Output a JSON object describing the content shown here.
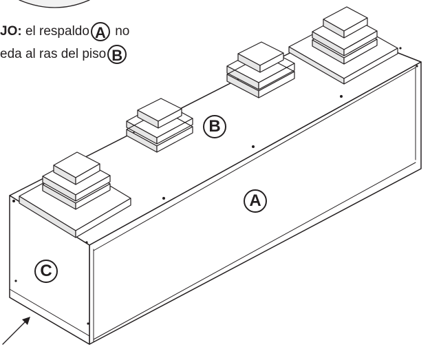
{
  "caption": {
    "line1_bold": "JO:",
    "line1_text": "el respaldo",
    "line1_label": "A",
    "line1_end": "no",
    "line2_text": "eda al ras del piso",
    "line2_label": "B"
  },
  "labels": {
    "a": "A",
    "b": "B",
    "c": "C"
  },
  "colors": {
    "ink": "#231f20",
    "paper": "#ffffff",
    "shade": "#e6e6e6"
  }
}
